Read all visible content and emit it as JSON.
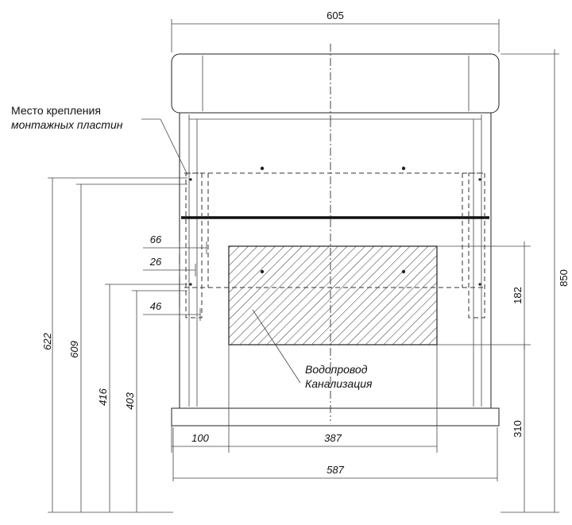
{
  "labels": {
    "mount_line1": "Место крепления",
    "mount_line2": "монтажных пластин",
    "pipe_line1": "Водопровод",
    "pipe_line2": "Канализация"
  },
  "dimensions": {
    "top_width": "605",
    "overall_height": "850",
    "opening_height": "182",
    "bottom_offset": "310",
    "left_margin": "100",
    "opening_width": "387",
    "body_width": "587",
    "h622": "622",
    "h609": "609",
    "h416": "416",
    "h403": "403",
    "d66": "66",
    "d26": "26",
    "d46": "46"
  }
}
